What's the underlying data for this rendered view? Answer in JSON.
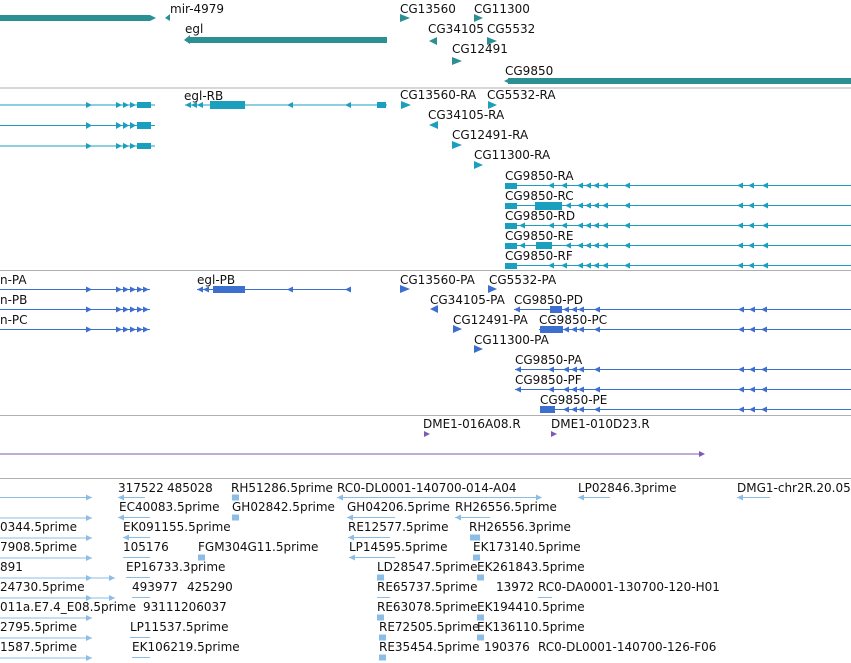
{
  "colors": {
    "gene": "#2c8f93",
    "transcript": "#1aa0be",
    "protein": "#3d6fcf",
    "probe": "#7d5bb5",
    "est": "#8bbde6",
    "divider": "#b0b0b0"
  },
  "tracks": {
    "genes": {
      "labels": [
        "mir-4979",
        "egl",
        "CG13560",
        "CG11300",
        "CG34105",
        "CG5532",
        "CG12491",
        "CG9850"
      ]
    },
    "transcripts": {
      "labels": [
        "egl-RB",
        "CG13560-RA",
        "CG5532-RA",
        "CG34105-RA",
        "CG12491-RA",
        "CG11300-RA",
        "CG9850-RA",
        "CG9850-RC",
        "CG9850-RD",
        "CG9850-RE",
        "CG9850-RF"
      ]
    },
    "proteins": {
      "labels": [
        "n-PA",
        "n-PB",
        "n-PC",
        "egl-PB",
        "CG13560-PA",
        "CG5532-PA",
        "CG34105-PA",
        "CG9850-PD",
        "CG12491-PA",
        "CG9850-PC",
        "CG11300-PA",
        "CG9850-PA",
        "CG9850-PF",
        "CG9850-PE"
      ]
    },
    "probes": {
      "labels": [
        "DME1-016A08.R",
        "DME1-010D23.R"
      ]
    },
    "ests": {
      "labels": [
        "317522",
        "485028",
        "RH51286.5prime",
        "RC0-DL0001-140700-014-A04",
        "LP02846.3prime",
        "DMG1-chr2R.20.05",
        "EC40083.5prime",
        "GH02842.5prime",
        "GH04206.5prime",
        "RH26556.5prime",
        "0344.5prime",
        "EK091155.5prime",
        "RE12577.5prime",
        "RH26556.3prime",
        "7908.5prime",
        "105176",
        "FGM304G11.5prime",
        "LP14595.5prime",
        "EK173140.5prime",
        "891",
        "EP16733.3prime",
        "LD28547.5prime",
        "EK261843.5prime",
        "24730.5prime",
        "493977",
        "425290",
        "RE65737.5prime",
        "13972",
        "RC0-DA0001-130700-120-H01",
        "011a.E7.4_E08.5prime",
        "93111",
        "206037",
        "RE63078.5prime",
        "EK194410.5prime",
        "2795.5prime",
        "LP11537.5prime",
        "RE72505.5prime",
        "EK136110.5prime",
        "1587.5prime",
        "EK106219.5prime",
        "RE35454.5prime",
        "190376",
        "RC0-DL0001-140700-126-F06"
      ]
    }
  }
}
